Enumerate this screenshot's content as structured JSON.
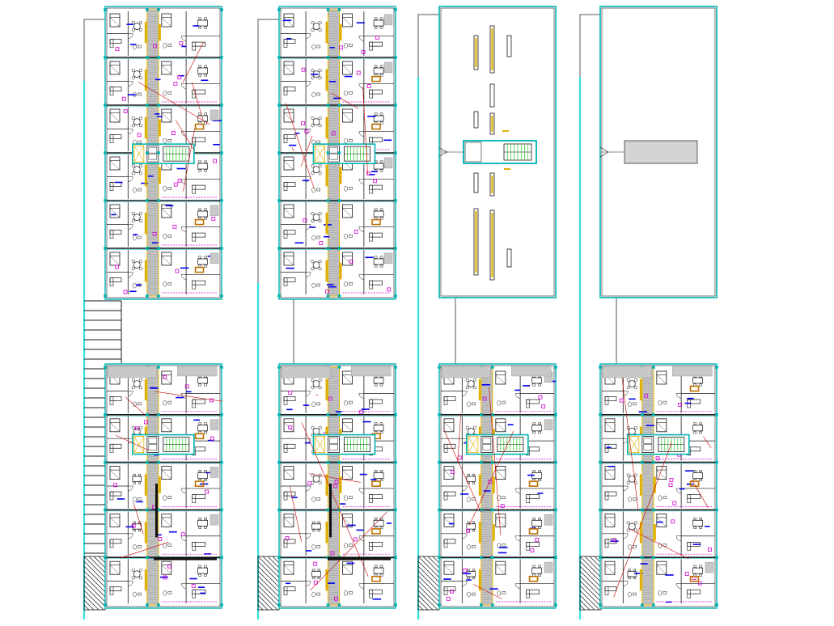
{
  "drawing": {
    "colors": {
      "wall": "#1a1a1a",
      "outline": "#00b3b3",
      "cyan": "#33e0e0",
      "blue": "#0000ee",
      "magenta": "#d000d0",
      "yellow": "#e0b000",
      "grey": "#c8c8c8",
      "corridor": "#b0b0b0",
      "red": "#cc0000",
      "green": "#00c000"
    },
    "panels": [
      {
        "id": "top-1",
        "kind": "plan",
        "corridor": "left",
        "density": 6,
        "variant": "a"
      },
      {
        "id": "top-2",
        "kind": "plan",
        "corridor": "center",
        "density": 6,
        "variant": "b"
      },
      {
        "id": "top-3",
        "kind": "roof-columns"
      },
      {
        "id": "top-4",
        "kind": "roof-slab"
      },
      {
        "id": "bottom-1",
        "kind": "plan",
        "corridor": "left",
        "density": 5,
        "variant": "c"
      },
      {
        "id": "bottom-2",
        "kind": "plan",
        "corridor": "center",
        "density": 5,
        "variant": "d"
      },
      {
        "id": "bottom-3",
        "kind": "plan",
        "corridor": "left",
        "density": 5,
        "variant": "e"
      },
      {
        "id": "bottom-4",
        "kind": "plan",
        "corridor": "left",
        "density": 5,
        "variant": "f"
      }
    ]
  }
}
